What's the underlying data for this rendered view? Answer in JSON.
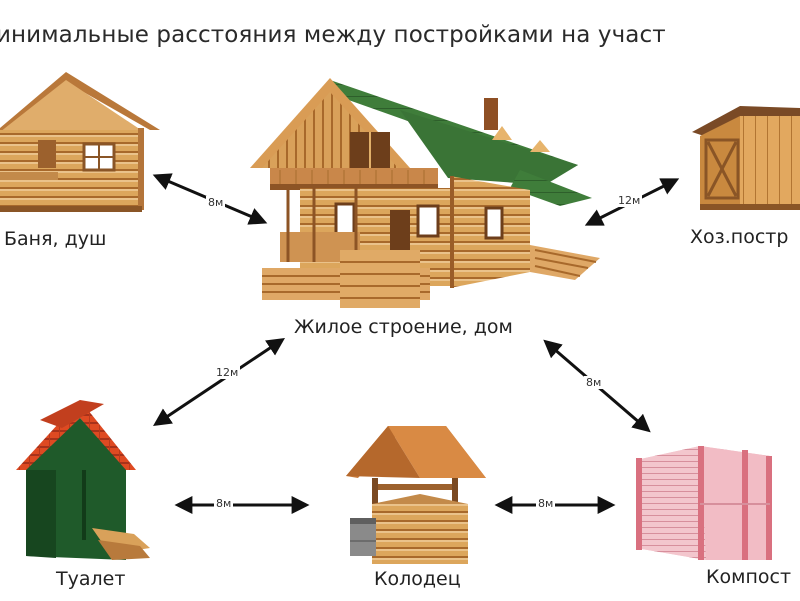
{
  "title": "инимальные расстояния между постройками на участ",
  "buildings": {
    "bath": {
      "label": "Баня, душ",
      "icon": "bathhouse-icon"
    },
    "house": {
      "label": "Жилое строение, дом",
      "icon": "house-icon"
    },
    "shed": {
      "label": "Хоз.постр",
      "icon": "shed-icon"
    },
    "toilet": {
      "label": "Туалет",
      "icon": "toilet-icon"
    },
    "well": {
      "label": "Колодец",
      "icon": "well-icon"
    },
    "compost": {
      "label": "Компост",
      "icon": "compost-icon"
    }
  },
  "distances": {
    "bath_house": "8м",
    "shed_house": "12м",
    "toilet_house": "12м",
    "compost_house": "8м",
    "toilet_well": "8м",
    "well_compost": "8м"
  },
  "colors": {
    "log": "#d9a55a",
    "log_dark": "#a8692b",
    "roof_green": "#3f7d3a",
    "roof_red": "#d9421e",
    "toilet_green": "#1f5a2a",
    "compost_pink": "#e9a0ad",
    "arrow": "#111111"
  }
}
